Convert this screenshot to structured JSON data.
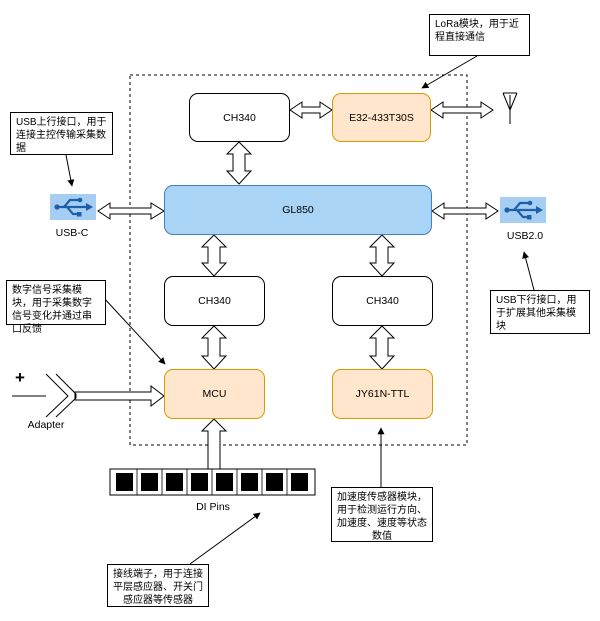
{
  "nodes": {
    "ch340_top": "CH340",
    "e32": "E32-433T30S",
    "gl850": "GL850",
    "ch340_left": "CH340",
    "ch340_right": "CH340",
    "mcu": "MCU",
    "jy61n": "JY61N-TTL"
  },
  "labels": {
    "usb_c": "USB-C",
    "usb2": "USB2.0",
    "adapter": "Adapter",
    "di_pins": "DI Pins",
    "plus": "+"
  },
  "notes": {
    "lora": "LoRa模块，用于近程直接通信",
    "usb_up": "USB上行接口，用于连接主控传输采集数据",
    "usb_down": "USB下行接口，用于扩展其他采集模块",
    "digital": "数字信号采集模块，用于采集数字信号变化并通过串口反馈",
    "accel": "加速度传感器模块，用于检测运行方向、加速度、速度等状态数值",
    "terminal": "接线端子，用于连接平层感应器、开关门感应器等传感器"
  },
  "colors": {
    "white_fill": "#ffffff",
    "orange_fill": "#ffe6cc",
    "orange_stroke": "#d79b00",
    "blue_fill": "#a9d4f5",
    "blue_stroke": "#4a7fbf",
    "usb_icon_bg": "#a6cdf2",
    "usb_icon_fg": "#1f5fa8"
  },
  "icons": [
    "usb-icon",
    "antenna-icon",
    "power-plug-icon"
  ]
}
